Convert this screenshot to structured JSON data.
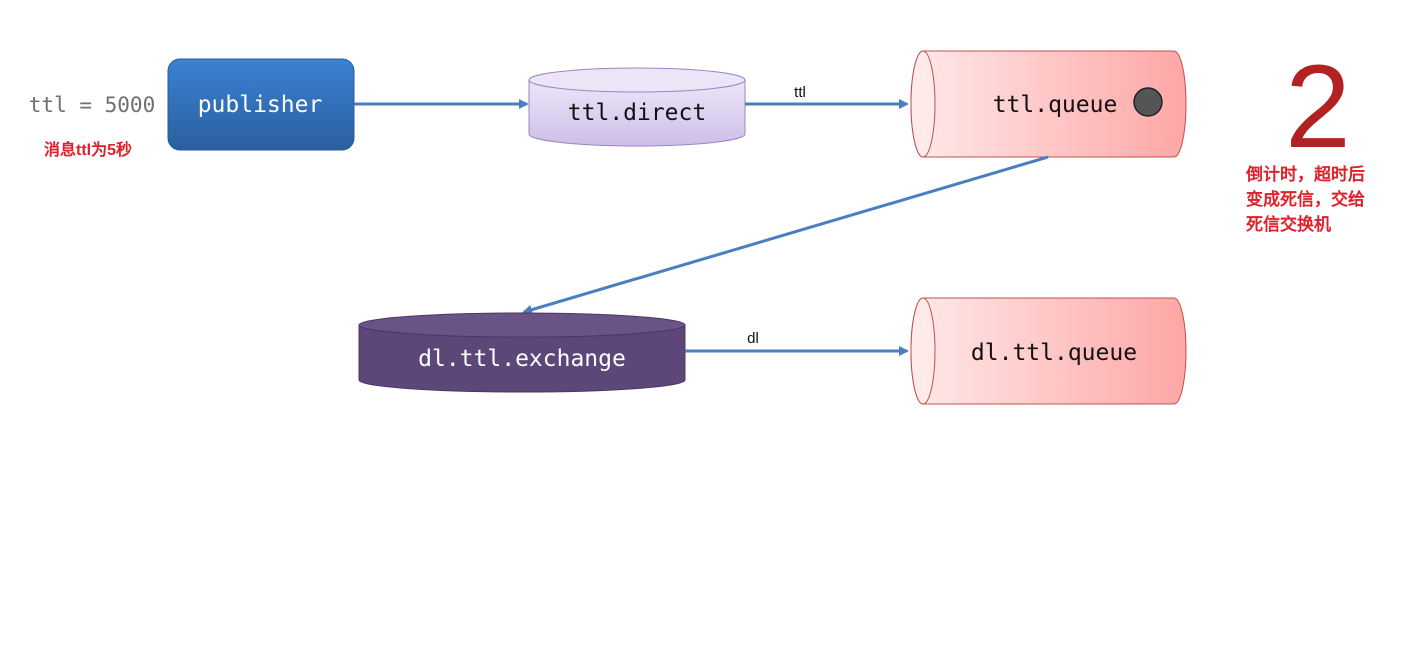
{
  "message": {
    "ttl_text": "ttl = 5000",
    "note": "消息ttl为5秒"
  },
  "publisher": {
    "label": "publisher"
  },
  "ttl_direct": {
    "label": "ttl.direct"
  },
  "ttl_queue": {
    "label": "ttl.queue"
  },
  "dl_exchange": {
    "label": "dl.ttl.exchange"
  },
  "dl_queue": {
    "label": "dl.ttl.queue"
  },
  "routing": {
    "ttl_key": "ttl",
    "dl_key": "dl"
  },
  "countdown": {
    "number": "2",
    "note_lines": [
      "倒计时，超时后",
      "变成死信，交给",
      "死信交换机"
    ]
  },
  "colors": {
    "publisher": "#2e6bb3",
    "direct_exchange": "#d9ccef",
    "queue": "#ffb3b3",
    "dl_exchange": "#5d4678",
    "arrow": "#4a7fbf",
    "red_text": "#e0202a",
    "countdown": "#b22222",
    "message_dot": "#555555"
  }
}
